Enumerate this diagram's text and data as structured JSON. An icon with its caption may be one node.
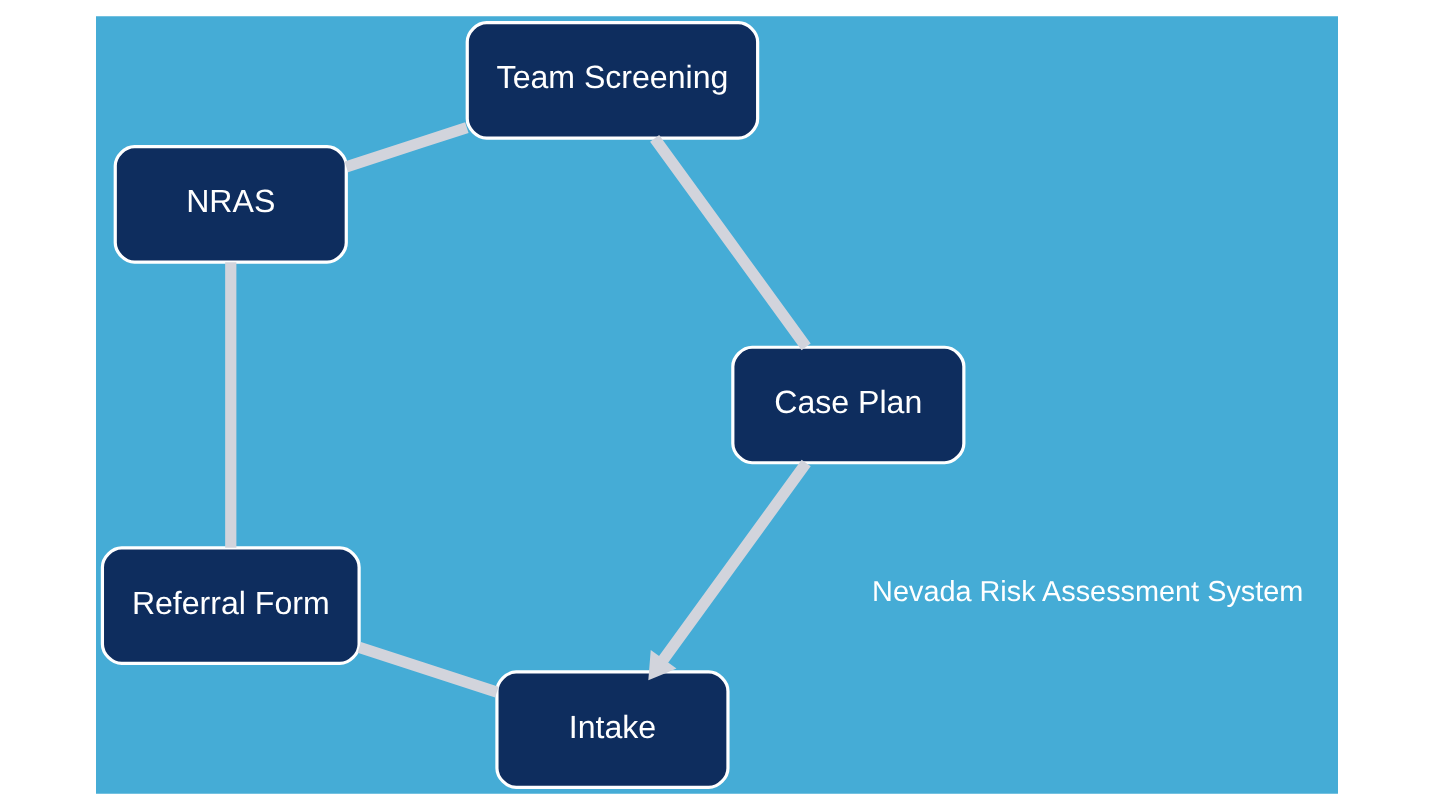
{
  "diagram": {
    "nodes": [
      {
        "text": [
          "Intake"
        ]
      },
      {
        "text": [
          "Referral Form"
        ]
      },
      {
        "text": [
          "NRAS"
        ]
      },
      {
        "text": [
          "Team Screening"
        ]
      },
      {
        "text": [
          "Case Plan"
        ]
      }
    ],
    "edges": [
      {
        "from": 0,
        "to": 1,
        "arrow": "none"
      },
      {
        "from": 1,
        "to": 2,
        "arrow": "none"
      },
      {
        "from": 2,
        "to": 3,
        "arrow": "none"
      },
      {
        "from": 3,
        "to": 4,
        "arrow": "none"
      },
      {
        "from": 4,
        "to": 0,
        "arrow": "to"
      }
    ],
    "labels": [
      "Nevada Risk Assessment System"
    ]
  }
}
